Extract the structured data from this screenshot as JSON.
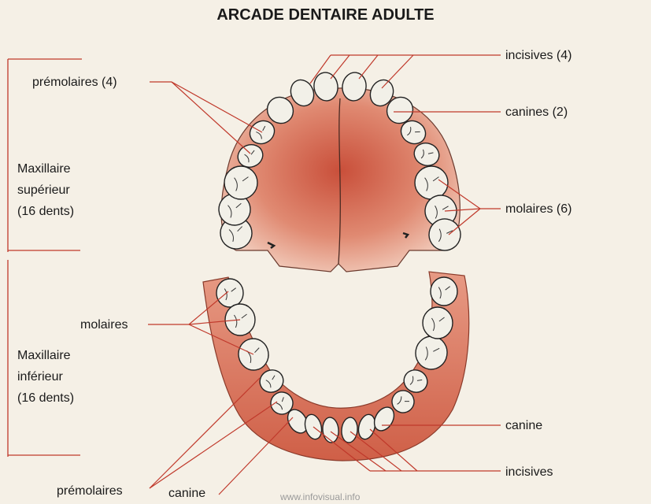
{
  "title": "ARCADE DENTAIRE ADULTE",
  "upper": {
    "jaw_label": [
      "Maxillaire",
      "supérieur",
      "(16 dents)"
    ],
    "premolars": "prémolaires (4)",
    "incisors": "incisives (4)",
    "canines": "canines (2)",
    "molars": "molaires (6)"
  },
  "lower": {
    "jaw_label": [
      "Maxillaire",
      "inférieur",
      "(16 dents)"
    ],
    "molars": "molaires",
    "premolars": "prémolaires",
    "canine_left": "canine",
    "canine_right": "canine",
    "incisors": "incisives"
  },
  "watermark": "www.infovisual.info",
  "colors": {
    "background": "#f5f0e6",
    "leader_line": "#c0392b",
    "gum": "#d9735f",
    "palate_center": "#c94f3a",
    "tooth_fill": "#f2f0e8",
    "tooth_stroke": "#222222"
  }
}
